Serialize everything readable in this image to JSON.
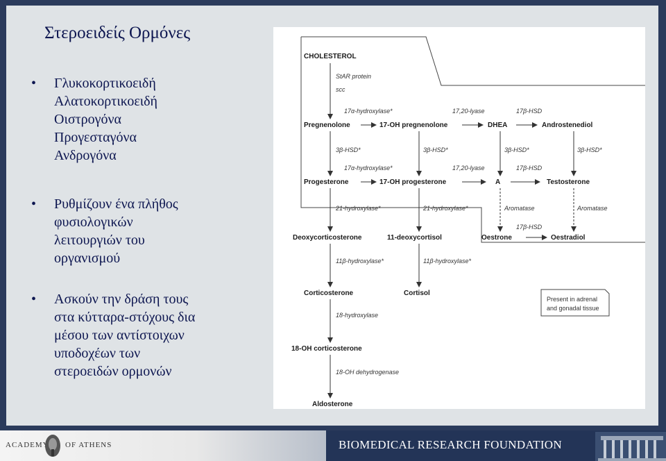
{
  "slide": {
    "title": "Στεροειδείς Ορμόνες",
    "bullets": [
      {
        "symbol": "•",
        "lines": [
          "Γλυκοκορτικοειδή",
          "Αλατοκορτικοειδή",
          "Οιστρογόνα",
          "Προγεσταγόνα",
          "Ανδρογόνα"
        ]
      },
      {
        "symbol": "•",
        "lines": [
          "Ρυθμίζουν ένα πλήθος",
          "φυσιολογικών",
          "λειτουργιών του",
          "οργανισμού"
        ]
      },
      {
        "symbol": "•",
        "lines": [
          "Ασκούν την δράση τους",
          "στα κύτταρα-στόχους δια",
          "μέσου των αντίστοιχων",
          "υποδοχέων των",
          "στεροειδών ορμονών"
        ]
      }
    ]
  },
  "diagram": {
    "compounds": {
      "cholesterol": "CHOLESTEROL",
      "pregnenolone": "Pregnenolone",
      "oh17_pregnenolone": "17-OH pregnenolone",
      "dhea": "DHEA",
      "androstenediol": "Androstenediol",
      "progesterone": "Progesterone",
      "oh17_progesterone": "17-OH progesterone",
      "a": "A",
      "testosterone": "Testosterone",
      "deoxycorticosterone": "Deoxycorticosterone",
      "deoxycortisol": "11-deoxycortisol",
      "oestrone": "Oestrone",
      "oestradiol": "Oestradiol",
      "corticosterone": "Corticosterone",
      "cortisol": "Cortisol",
      "oh18_corticosterone": "18-OH corticosterone",
      "aldosterone": "Aldosterone"
    },
    "enzymes": {
      "star": "StAR protein",
      "scc": "scc",
      "hydroxylase17a": "17α-hydroxylase*",
      "lyase": "17,20-lyase",
      "hsd17b": "17β-HSD",
      "hsd3b": "3β-HSD*",
      "hydroxylase21": "21-hydroxylase*",
      "aromatase": "Aromatase",
      "hydroxylase11b": "11β-hydroxylase*",
      "hydroxylase18": "18-hydroxylase",
      "dehydrogenase18oh": "18-OH dehydrogenase"
    },
    "legend": [
      "Present in adrenal",
      "and gonadal tissue"
    ]
  },
  "footer": {
    "academy_left": "ACADEMY",
    "academy_right": "OF ATHENS",
    "foundation": "BIOMEDICAL RESEARCH FOUNDATION"
  },
  "colors": {
    "title": "#0d1650",
    "slide_bg": "#dfe3e6",
    "frame": "#2b3b5c",
    "footer": "#233457"
  }
}
